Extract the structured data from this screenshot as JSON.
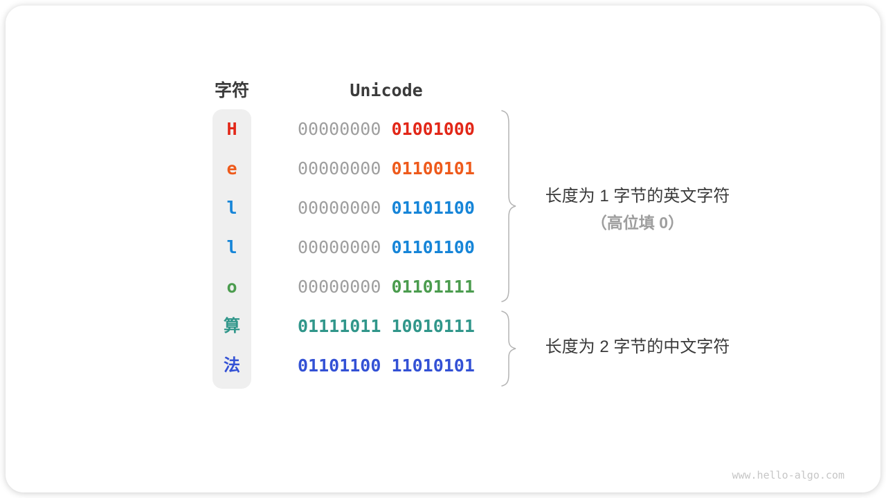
{
  "table": {
    "char_header": "字符",
    "unicode_header": "Unicode",
    "rows": [
      {
        "char": "H",
        "color": "#e22718",
        "byte1": "00000000",
        "byte2": "01001000",
        "byte1_colored": false
      },
      {
        "char": "e",
        "color": "#ee5a1b",
        "byte1": "00000000",
        "byte2": "01100101",
        "byte1_colored": false
      },
      {
        "char": "l",
        "color": "#1685d8",
        "byte1": "00000000",
        "byte2": "01101100",
        "byte1_colored": false
      },
      {
        "char": "l",
        "color": "#1685d8",
        "byte1": "00000000",
        "byte2": "01101100",
        "byte1_colored": false
      },
      {
        "char": "o",
        "color": "#4b9c4e",
        "byte1": "00000000",
        "byte2": "01101111",
        "byte1_colored": false
      },
      {
        "char": "算",
        "color": "#30968a",
        "byte1": "01111011",
        "byte2": "10010111",
        "byte1_colored": true
      },
      {
        "char": "法",
        "color": "#3351d5",
        "byte1": "01101100",
        "byte2": "11010101",
        "byte1_colored": true
      }
    ],
    "gray_byte_color": "#9e9e9e"
  },
  "annotations": {
    "group1_line1": "长度为 1 字节的英文字符",
    "group1_line2": "（高位填 0）",
    "group2_line1": "长度为 2 字节的中文字符"
  },
  "watermark": "www.hello-algo.com",
  "colors": {
    "header_text": "#3b3b3b",
    "char_column_bg": "#efefef",
    "brace": "#b3b3b3",
    "watermark": "#c6c6c6"
  }
}
